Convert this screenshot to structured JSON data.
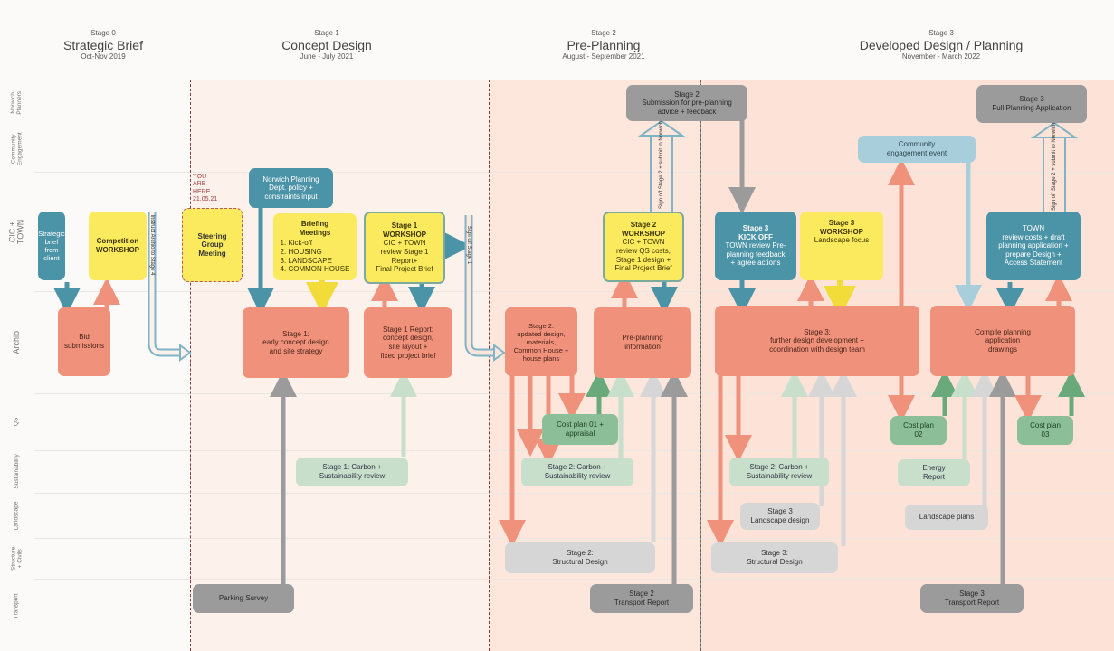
{
  "lanes": [
    {
      "label": "Norwich\nPlanners"
    },
    {
      "label": "Community\nEngagement"
    },
    {
      "label": "CIC + TOWN"
    },
    {
      "label": "Archio"
    },
    {
      "label": "QS"
    },
    {
      "label": "Sustainability"
    },
    {
      "label": "Landscape"
    },
    {
      "label": "Structure\n+ Civils"
    },
    {
      "label": "Transport"
    }
  ],
  "stages": [
    {
      "num": "Stage 0",
      "name": "Strategic Brief",
      "date": "Oct-Nov 2019"
    },
    {
      "num": "Stage 1",
      "name": "Concept Design",
      "date": "June - July 2021"
    },
    {
      "num": "Stage 2",
      "name": "Pre-Planning",
      "date": "August - September 2021"
    },
    {
      "num": "Stage 3",
      "name": "Developed Design / Planning",
      "date": "November - March 2022"
    }
  ],
  "you_are_here": "YOU\nARE\nHERE\n21.05.21",
  "boxes": {
    "strategic_brief": "Strategic\nbrief\nfrom\nclient",
    "competition": "Competition\nWORKSHOP",
    "bid": "Bid\nsubmissions",
    "steering": "Steering\nGroup\nMeeting",
    "norwich_policy": "Norwich Planning\nDept. policy +\nconstraints input",
    "briefing_title": "Briefing\nMeetings",
    "briefing_list": "1. Kick-off\n2. HOUSING\n3. LANDSCAPE\n4. COMMON HOUSE",
    "s1_workshop_title": "Stage 1\nWORKSHOP",
    "s1_workshop_body": "CIC + TOWN\nreview Stage 1\nReport+\nFinal Project Brief",
    "s1_early": "Stage 1:\nearly concept design\nand site strategy",
    "s1_report": "Stage 1 Report:\nconcept design,\nsite layout +\nfixed project brief",
    "s1_carbon": "Stage 1: Carbon +\nSustainability review",
    "parking": "Parking Survey",
    "s2_submission_title": "Stage 2",
    "s2_submission_body": "Submission for pre-planning\nadvice + feedback",
    "s2_workshop_title": "Stage 2\nWORKSHOP",
    "s2_workshop_body": "CIC + TOWN\nreview QS costs,\nStage 1 design +\nFinal Project Brief",
    "s2_updated": "Stage 2:\nupdated design,\nmaterials,\nCommon House +\nhouse plans",
    "preplanning_info": "Pre-planning\ninformation",
    "cost01": "Cost plan 01 +\nappraisal",
    "s2_carbon": "Stage 2: Carbon +\nSustainability review",
    "s2_structural": "Stage 2:\nStructural Design",
    "s2_transport": "Stage 2\nTransport Report",
    "s3_kickoff_title": "Stage 3\nKICK OFF",
    "s3_kickoff_body": "TOWN review Pre-\nplanning feedback\n+ agree actions",
    "s3_workshop_title": "Stage 3\nWORKSHOP",
    "s3_workshop_body": "Landscape focus",
    "community": "Community\nengagement event",
    "s3_further": "Stage 3:\nfurther design development +\ncoordination with design team",
    "s3_full_title": "Stage 3",
    "s3_full_body": "Full Planning Application",
    "town_review": "TOWN\nreview costs + draft\nplanning application +\nprepare Design +\nAccess Statement",
    "compile": "Compile planning\napplication\ndrawings",
    "cost02": "Cost plan\n02",
    "cost03": "Cost plan\n03",
    "energy": "Energy\nReport",
    "s3_carbon": "Stage 2: Carbon +\nSustainability review",
    "s3_landscape": "Stage 3\nLandscape design",
    "landscape_plans": "Landscape plans",
    "s3_structural": "Stage 3:\nStructural Design",
    "s3_transport": "Stage 3\nTransport Report"
  },
  "arrow_labels": {
    "instruct": "Instruct Archio to Stage 4",
    "signoff1": "Sign off Stage 1",
    "signoff2": "Sign off Stage 2 + submit to Norwich CC",
    "signoff3": "Sign off Stage 2 + submit to Norwich CC"
  },
  "colors": {
    "orange": "#f0917b",
    "yellow": "#fbea5d",
    "teal": "#4b93a6",
    "light_blue": "#a9cedb",
    "green": "#8cbf97",
    "gray": "#9b9b9b",
    "stage_bg": "#fde8e0"
  }
}
